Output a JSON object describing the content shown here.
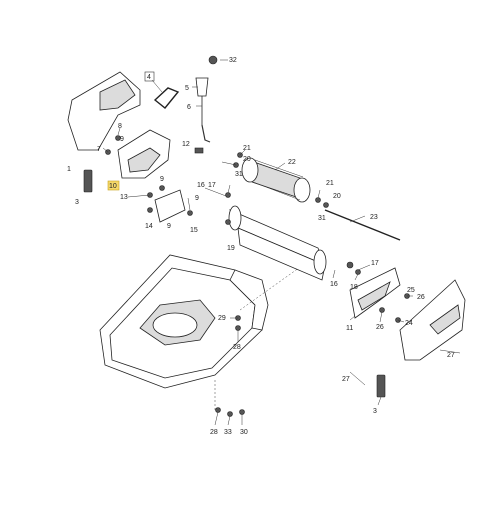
{
  "diagram": {
    "selected_part": "10",
    "labels": {
      "l32": "32",
      "l4": "4",
      "l5": "5",
      "l6": "6",
      "l8": "8",
      "l9a": "9",
      "l7": "7",
      "l1a": "1",
      "l3a": "3",
      "l10": "10",
      "l12": "12",
      "l21a": "21",
      "l20a": "20",
      "l31a": "31",
      "l22": "22",
      "l17a": "17",
      "l16": "16",
      "l13": "13",
      "l9b": "9",
      "l14": "14",
      "l9c": "9",
      "l15": "15",
      "l9d": "9",
      "l21b": "21",
      "l20b": "20",
      "l31b": "31",
      "l23": "23",
      "l19": "19",
      "l18": "18",
      "l17b": "17",
      "l16b": "16",
      "l11": "11",
      "l25": "25",
      "l24": "24",
      "l26a": "26",
      "l26b": "26",
      "l29": "29",
      "l28a": "28",
      "l27a": "27",
      "l27b": "27",
      "l3b": "3",
      "l28b": "28",
      "l33": "33",
      "l30": "30"
    }
  }
}
